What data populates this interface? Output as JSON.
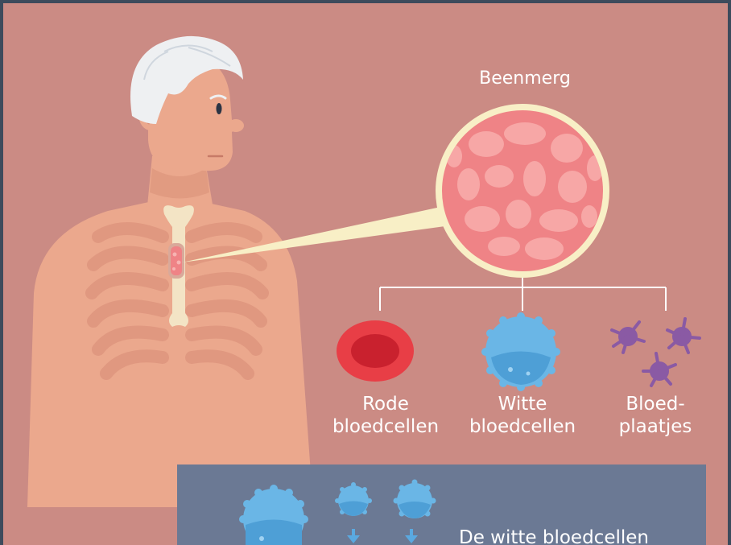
{
  "labels": {
    "bone_marrow": "Beenmerg",
    "red_cells": "Rode\nbloedcellen",
    "white_cells": "Witte\nbloedcellen",
    "platelets": "Bloed-\nplaatjes"
  },
  "panel": {
    "text": "De witte bloedcellen"
  },
  "colors": {
    "background": "#cb8b84",
    "skin": "#eba88d",
    "hair": "#eef0f2",
    "bone": "#f3e4c5",
    "marrow": "#ef8386",
    "red_cell": "#e83e46",
    "white_cell": "#6ab6e6",
    "platelet": "#8a5aa4",
    "panel": "#6b7994"
  }
}
